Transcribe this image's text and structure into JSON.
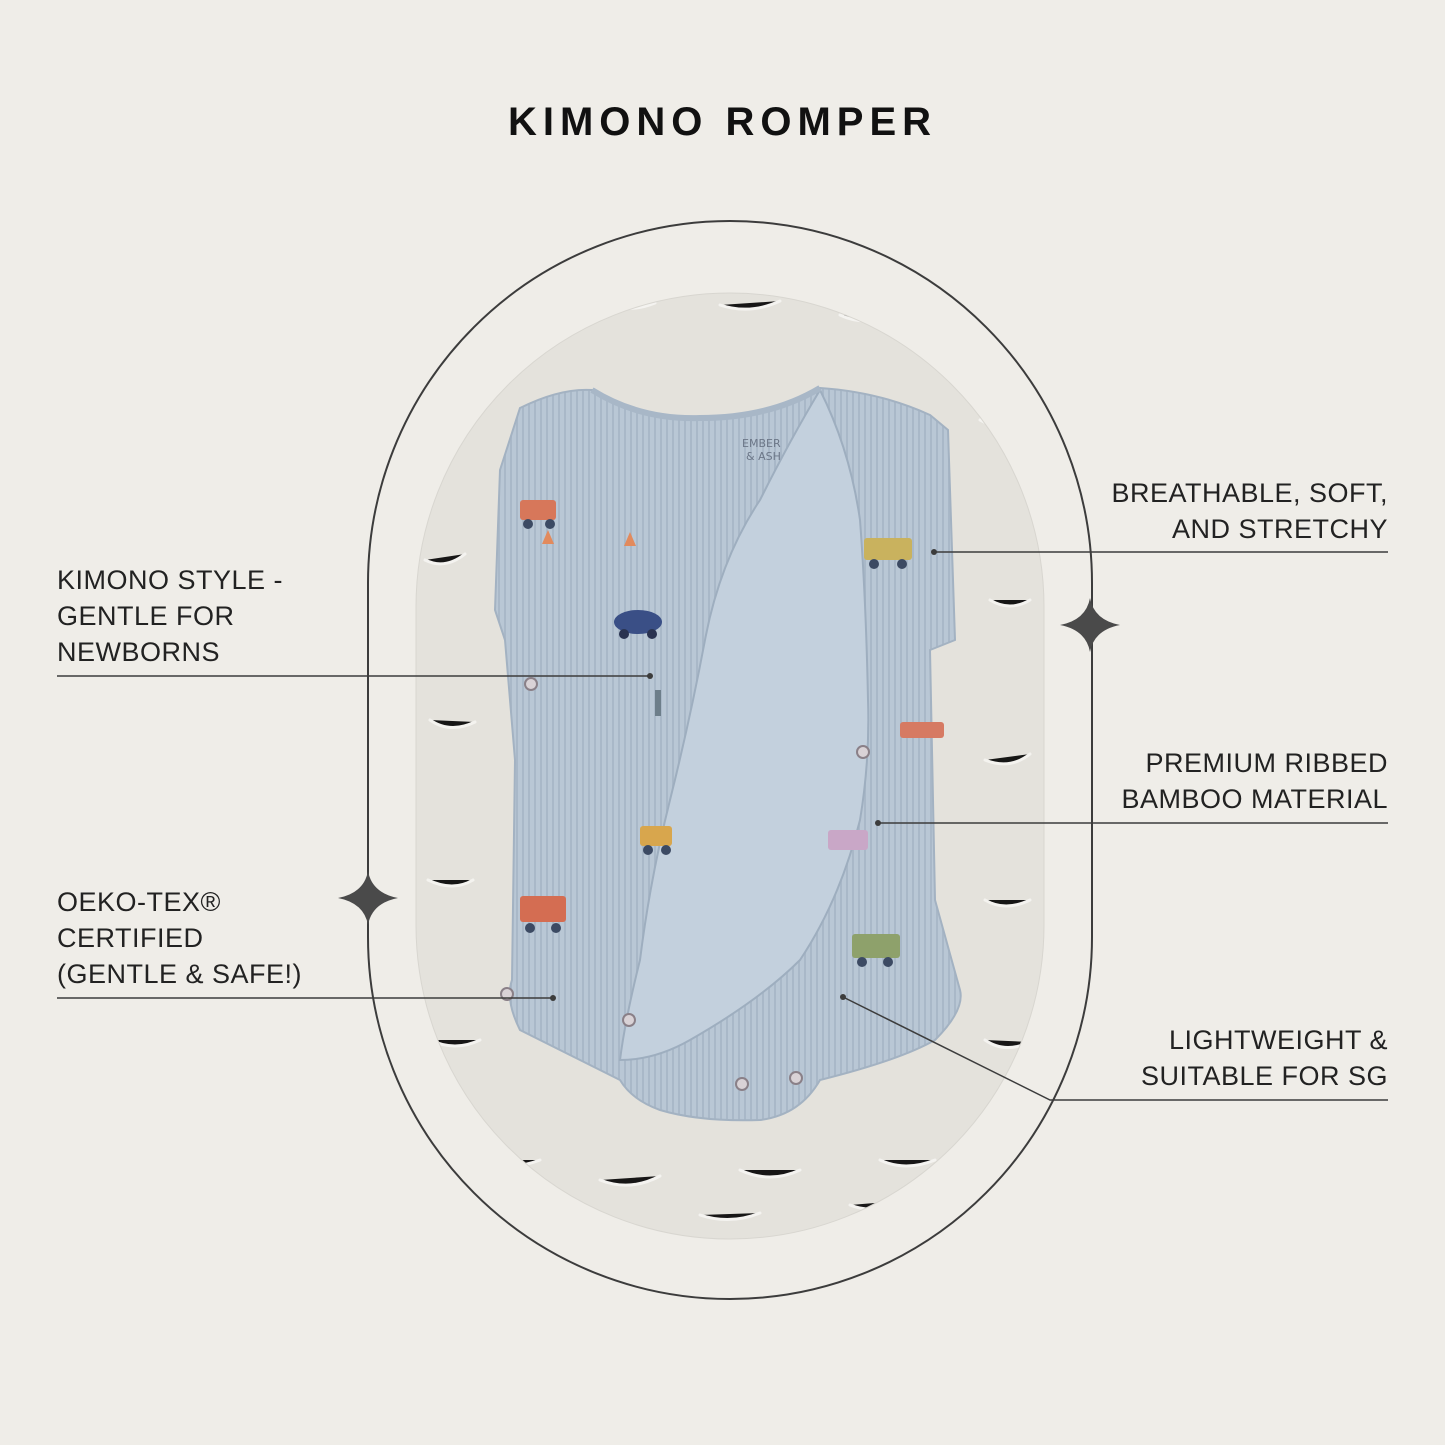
{
  "title": "KIMONO ROMPER",
  "features": {
    "left": [
      {
        "lines": [
          "KIMONO STYLE -",
          "GENTLE FOR",
          "NEWBORNS"
        ]
      },
      {
        "lines": [
          "OEKO-TEX®",
          "CERTIFIED",
          "(GENTLE & SAFE!)"
        ]
      }
    ],
    "right": [
      {
        "lines": [
          "BREATHABLE, SOFT,",
          "AND STRETCHY"
        ]
      },
      {
        "lines": [
          "PREMIUM RIBBED",
          "BAMBOO MATERIAL"
        ]
      },
      {
        "lines": [
          "LIGHTWEIGHT &",
          "SUITABLE FOR SG"
        ]
      }
    ]
  },
  "product_label": {
    "brand_line1": "EMBER",
    "brand_line2": "& ASH"
  },
  "colors": {
    "background": "#efede8",
    "line": "#3c3c3c",
    "romper": "#b7c5d3",
    "fur": "#e6e4df",
    "sparkle": "#4a4a4a"
  },
  "icons": [
    "sparkle-icon",
    "sparkle-icon"
  ]
}
